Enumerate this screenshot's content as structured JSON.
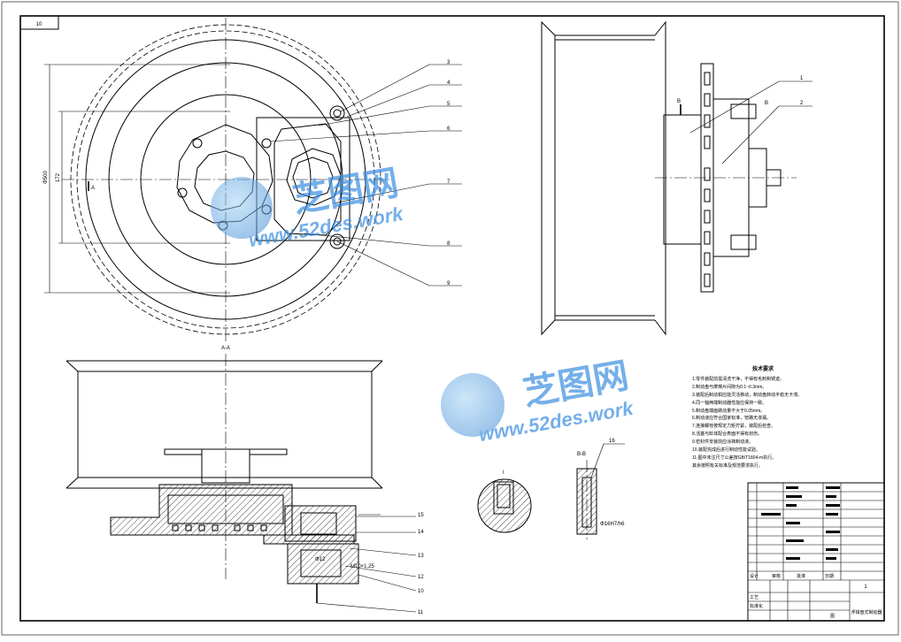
{
  "drawing": {
    "corner_tag": "10",
    "dim_left_outer": "Φ500",
    "dim_left_inner": "172",
    "section_main": "A-A",
    "section_bb": "B-B",
    "section_letter_a": "A",
    "section_letter_b": "B",
    "detail_label": "I",
    "bolt_spec": "M10×1.25",
    "shaft_spec": "Φ12",
    "fit_spec": "Φ16H7/h6"
  },
  "callouts_top": [
    "3",
    "4",
    "5",
    "6",
    "7",
    "8",
    "9"
  ],
  "callouts_right": [
    "1",
    "2"
  ],
  "callouts_bottom": [
    "15",
    "14",
    "13",
    "12",
    "10",
    "11"
  ],
  "callout_bb": "16",
  "notes": {
    "title": "技术要求",
    "lines": [
      "1.零件装配前需清洗干净，不得有毛刺和锈迹。",
      "2.制动盘与摩擦片间隙为0.1~0.3mm。",
      "3.装配后制动钳应能灵活移动，制动盘转动平稳无卡滞。",
      "4.同一轴两端制动器性能应保持一致。",
      "5.制动盘端面跳动量不大于0.05mm。",
      "6.制动液应符合国家标准，管路无渗漏。",
      "7.连接螺栓按规定力矩拧紧，装配后检查。",
      "8.活塞与缸体配合表面不得有划伤。",
      "9.密封件安装前应涂抹制动液。",
      "10.装配完成后进行制动性能试验。",
      "11.图中未注尺寸公差按GB/T1804-m执行。",
      "其余按照有关标准及规范要求执行。"
    ]
  },
  "watermark": {
    "brand": "芝图网",
    "url": "www.52des.work"
  },
  "title_block": {
    "drawing_title": "浮钳盘式制动器",
    "scale": "1",
    "sheet_mark": "图",
    "label_design": "设计",
    "label_check": "审核",
    "label_approve": "批准",
    "label_process": "工艺",
    "label_std": "标准化",
    "label_date": "日期"
  }
}
